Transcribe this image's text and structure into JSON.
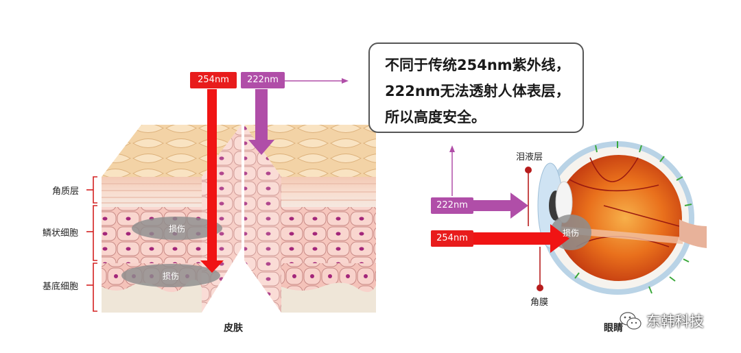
{
  "callout": {
    "lines": [
      "不同于传统254nm紫外线，",
      "222nm无法透射人体表层，",
      "所以高度安全。"
    ]
  },
  "skin": {
    "label_254": "254nm",
    "label_222": "222nm",
    "layers": [
      "角质层",
      "鳞状细胞",
      "基底细胞"
    ],
    "damage_1": "损伤",
    "damage_2": "损伤",
    "caption": "皮肤"
  },
  "eye": {
    "label_222": "222nm",
    "label_254": "254nm",
    "tear_film": "泪液层",
    "cornea": "角膜",
    "damage": "损伤",
    "caption": "眼睛"
  },
  "watermark": "东韩科技",
  "colors": {
    "red": "#f01414",
    "purple": "#b04ea8",
    "tag_red": "#e81c1c"
  }
}
